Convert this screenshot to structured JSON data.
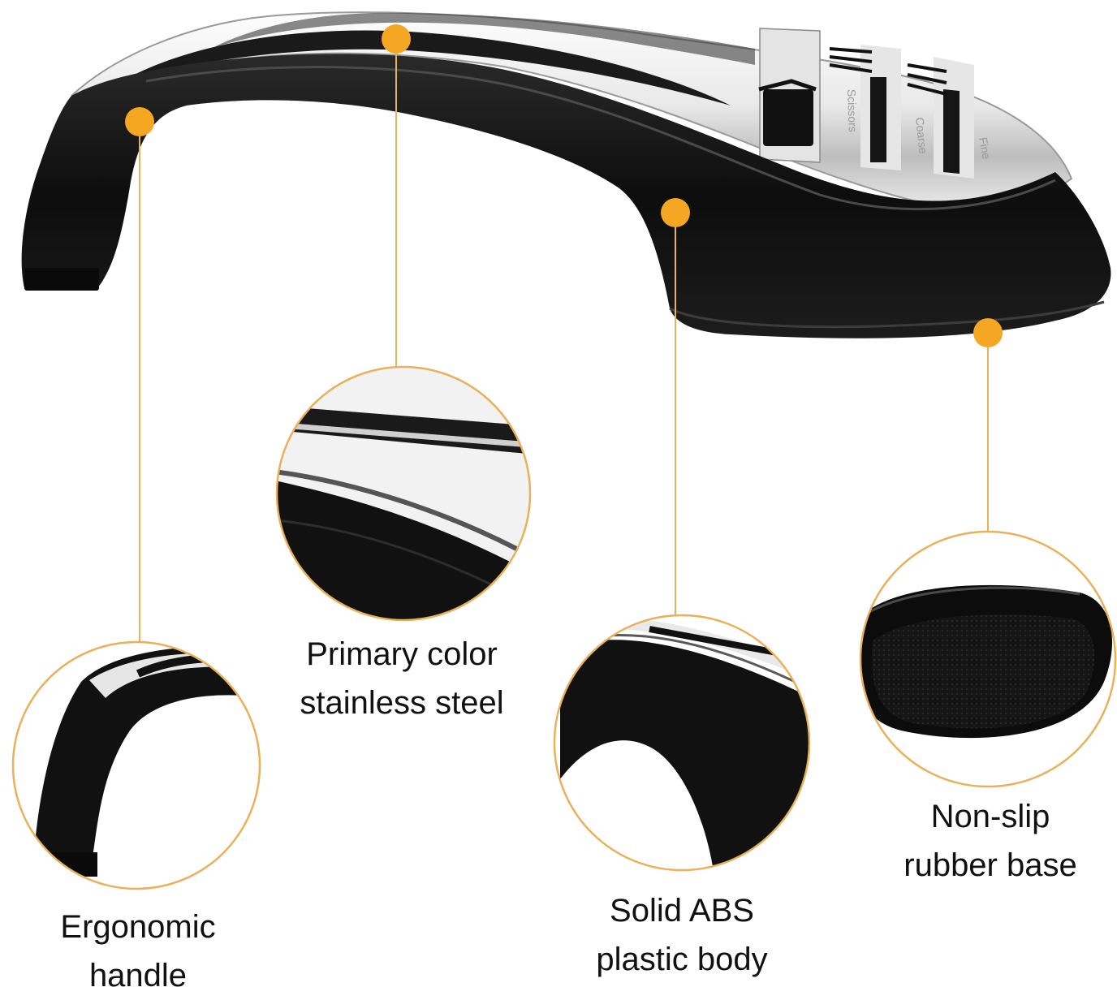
{
  "product": {
    "slot_labels": [
      "Scissors",
      "Coarse",
      "Fine"
    ]
  },
  "callouts": [
    {
      "id": "handle",
      "lines": [
        "Ergonomic",
        "handle"
      ]
    },
    {
      "id": "steel",
      "lines": [
        "Primary color",
        "stainless steel"
      ]
    },
    {
      "id": "body",
      "lines": [
        "Solid ABS",
        "plastic body"
      ]
    },
    {
      "id": "base",
      "lines": [
        "Non-slip",
        "rubber base"
      ]
    }
  ],
  "colors": {
    "accent": "#F5A623",
    "leader": "#E8B15A",
    "plastic": "#111111",
    "steel": "#D8D8D8",
    "text": "#111111"
  }
}
